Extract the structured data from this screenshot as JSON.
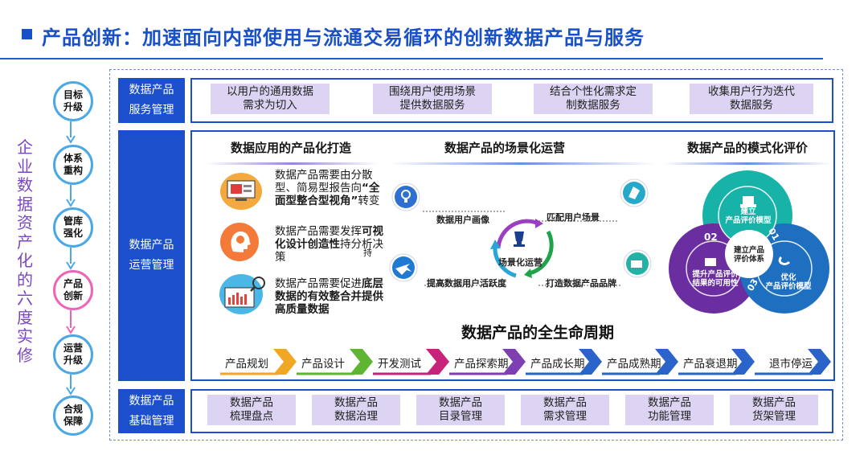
{
  "header": {
    "title": "产品创新：加速面向内部使用与流通交易循环的创新数据产品与服务"
  },
  "side_title": "企业数据资产化的六度实修",
  "steps": [
    {
      "line1": "目标",
      "line2": "升级",
      "active": false
    },
    {
      "line1": "体系",
      "line2": "重构",
      "active": false
    },
    {
      "line1": "管库",
      "line2": "强化",
      "active": false
    },
    {
      "line1": "产品",
      "line2": "创新",
      "active": true
    },
    {
      "line1": "运营",
      "line2": "升级",
      "active": false
    },
    {
      "line1": "合规",
      "line2": "保障",
      "active": false
    }
  ],
  "service_row": {
    "label_1": "数据产品",
    "label_2": "服务管理",
    "pills": [
      {
        "line1": "以用户的通用数据",
        "line2": "需求为切入"
      },
      {
        "line1": "围绕用户使用场景",
        "line2": "提供数据服务"
      },
      {
        "line1": "结合个性化需求定",
        "line2": "制数据服务"
      },
      {
        "line1": "收集用户行为迭代",
        "line2": "数据服务"
      }
    ]
  },
  "ops_row": {
    "label_1": "数据产品",
    "label_2": "运营管理",
    "section_heads": {
      "productization": "数据应用的产品化打造",
      "scenario": "数据产品的场景化运营",
      "evaluation": "数据产品的模式化评价"
    },
    "bullets": [
      {
        "pre": "数据产品需要由分散型、简易型报告向",
        "bold": "“全面型整合型视角”",
        "post": "转变"
      },
      {
        "pre": "数据产品需要发挥",
        "bold": "可视化设计创造性",
        "post": "持分析决策"
      },
      {
        "pre": "数据产品需要促进",
        "bold": "底层数据的有效整合并提供高质量数据",
        "post": ""
      }
    ],
    "bullet_extra": "持",
    "scenario": {
      "center": "场景化运营",
      "top_left": "数据用户画像",
      "top_right": "匹配用户场景",
      "bottom_left": "提高数据用户活跃度",
      "bottom_right": "打造数据产品品牌"
    },
    "evaluation": {
      "center_line1": "建立产品",
      "center_line2": "评价体系",
      "node1_line1": "建立",
      "node1_line2": "产品评价模型",
      "node2_line1": "提升产品评价",
      "node2_line2": "结果的可用性",
      "node3_line1": "优化",
      "node3_line2": "产品评价模型",
      "num1": "01",
      "num2": "02",
      "num3": "03"
    },
    "lifecycle_title": "数据产品的全生命周期",
    "lifecycle": [
      {
        "label": "产品规划",
        "color": "#f0a824"
      },
      {
        "label": "产品设计",
        "color": "#5db532"
      },
      {
        "label": "开发测试",
        "color": "#c7237b"
      },
      {
        "label": "产品探索期",
        "color": "#7d3fb2"
      },
      {
        "label": "产品成长期",
        "color": "#2a63c9"
      },
      {
        "label": "产品成熟期",
        "color": "#2a63c9"
      },
      {
        "label": "产品衰退期",
        "color": "#2a63c9"
      },
      {
        "label": "退市停运",
        "color": "#2a63c9"
      }
    ]
  },
  "base_row": {
    "label_1": "数据产品",
    "label_2": "基础管理",
    "pills": [
      {
        "line1": "数据产品",
        "line2": "梳理盘点"
      },
      {
        "line1": "数据产品",
        "line2": "数据治理"
      },
      {
        "line1": "数据产品",
        "line2": "目录管理"
      },
      {
        "line1": "数据产品",
        "line2": "需求管理"
      },
      {
        "line1": "数据产品",
        "line2": "功能管理"
      },
      {
        "line1": "数据产品",
        "line2": "货架管理"
      }
    ]
  },
  "colors": {
    "primary_blue": "#1b4fcc",
    "title_blue": "#1750c9",
    "pill_purple": "#ddd3f3",
    "step_border": "#4aa8e6",
    "step_active": "#ee64b6",
    "side_text": "#7a47c4",
    "eval_teal": "#17b3a8",
    "eval_purple": "#6a2ea0",
    "eval_blue": "#1e6fc0"
  }
}
